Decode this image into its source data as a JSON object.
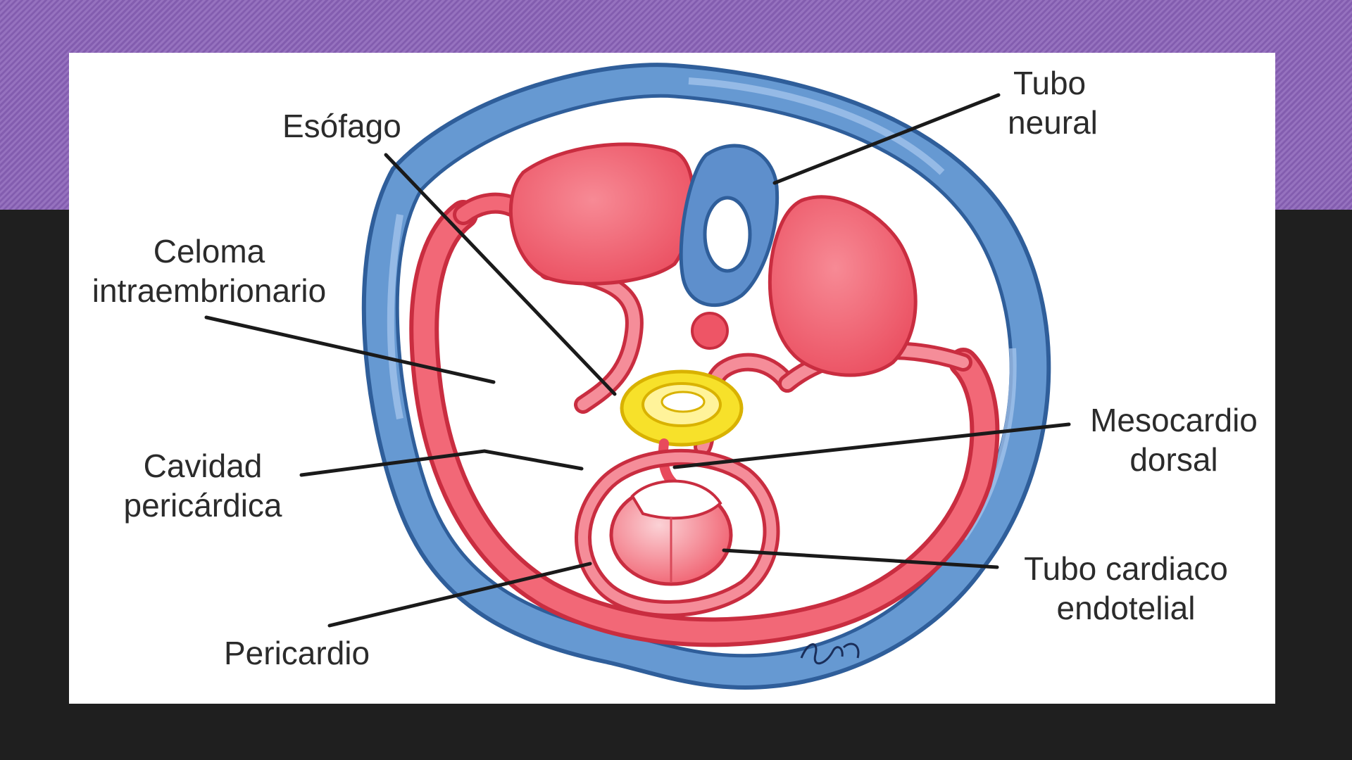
{
  "labels": {
    "esofago": "Esófago",
    "tubo_neural": [
      "Tubo",
      "neural"
    ],
    "celoma": [
      "Celoma",
      "intraembrionario"
    ],
    "mesocardio": [
      "Mesocardio",
      "dorsal"
    ],
    "cavidad": [
      "Cavidad",
      "pericárdica"
    ],
    "tubo_cardiaco": [
      "Tubo cardiaco",
      "endotelial"
    ],
    "pericardio": "Pericardio"
  },
  "colors": {
    "band": "#8a62b8",
    "slide_background": "#1f1f1f",
    "panel": "#ffffff",
    "ectoderm_blue": "#5a8fcc",
    "mesoderm_red": "#f04a5c",
    "endoderm_yellow": "#f7e12a",
    "leader_line": "#1a1a1a"
  },
  "icons": [
    "artist-signature-icon"
  ]
}
